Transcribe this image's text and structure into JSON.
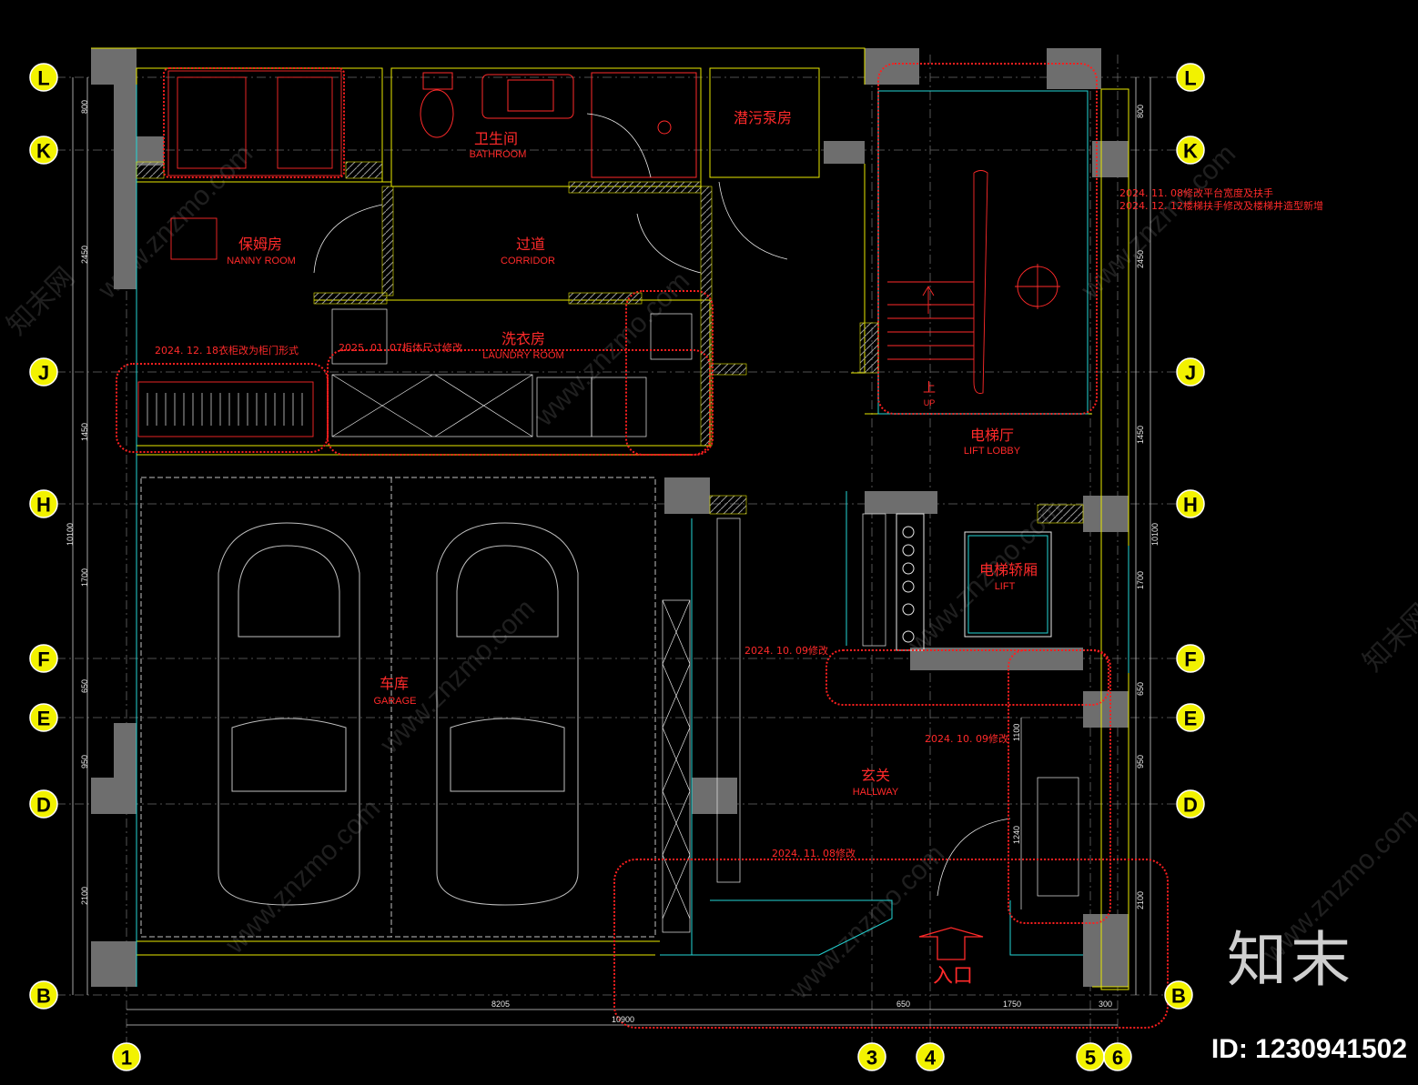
{
  "axes": {
    "rows_left": [
      "L",
      "K",
      "J",
      "H",
      "F",
      "E",
      "D",
      "B"
    ],
    "rows_right": [
      "L",
      "K",
      "J",
      "H",
      "F",
      "E",
      "D",
      "B"
    ],
    "cols": [
      "1",
      "3",
      "4",
      "5",
      "6"
    ]
  },
  "dimensions": {
    "left": [
      "800",
      "2450",
      "1450",
      "10100",
      "1700",
      "650",
      "950",
      "2100"
    ],
    "right": [
      "800",
      "2450",
      "1450",
      "10100",
      "1700",
      "650",
      "950",
      "2100"
    ],
    "bottom": [
      "8205",
      "650",
      "1750",
      "300"
    ],
    "total": "10900",
    "hall_a": "1100",
    "hall_b": "1240"
  },
  "rooms": {
    "bathroom": {
      "cn": "卫生间",
      "en": "BATHROOM"
    },
    "pump": {
      "cn": "潜污泵房"
    },
    "nanny": {
      "cn": "保姆房",
      "en": "NANNY ROOM"
    },
    "corridor": {
      "cn": "过道",
      "en": "CORRIDOR"
    },
    "laundry": {
      "cn": "洗衣房",
      "en": "LAUNDRY ROOM"
    },
    "lobby": {
      "cn": "电梯厅",
      "en": "LIFT LOBBY"
    },
    "lift": {
      "cn": "电梯轿厢",
      "en": "LIFT"
    },
    "garage": {
      "cn": "车库",
      "en": "GARAGE"
    },
    "hallway": {
      "cn": "玄关",
      "en": "HALLWAY"
    },
    "entrance": {
      "cn": "入口"
    },
    "up": {
      "cn": "上",
      "en": "UP"
    }
  },
  "notes": {
    "stair1": "2024. 11. 08修改平台宽度及扶手",
    "stair2": "2024. 12. 12楼梯扶手修改及楼梯井造型新增",
    "wardrobe": "2024. 12. 18衣柜改为柜门形式",
    "laundry": "2025. 01. 07柜体尺寸修改",
    "hall1": "2024. 10. 09修改",
    "hall2": "2024. 10. 09修改",
    "bench": "2024. 11. 08修改"
  },
  "watermark": {
    "site": "www.znzmo.com",
    "brand": "知末网",
    "logo": "知末",
    "id": "ID: 1230941502"
  },
  "colors": {
    "bg": "#000000",
    "wall": "#6e6e6e",
    "red": "#ff1f1f",
    "yellow": "#e8e800",
    "cyan": "#24d6d6",
    "axis_fill": "#f2f200"
  }
}
